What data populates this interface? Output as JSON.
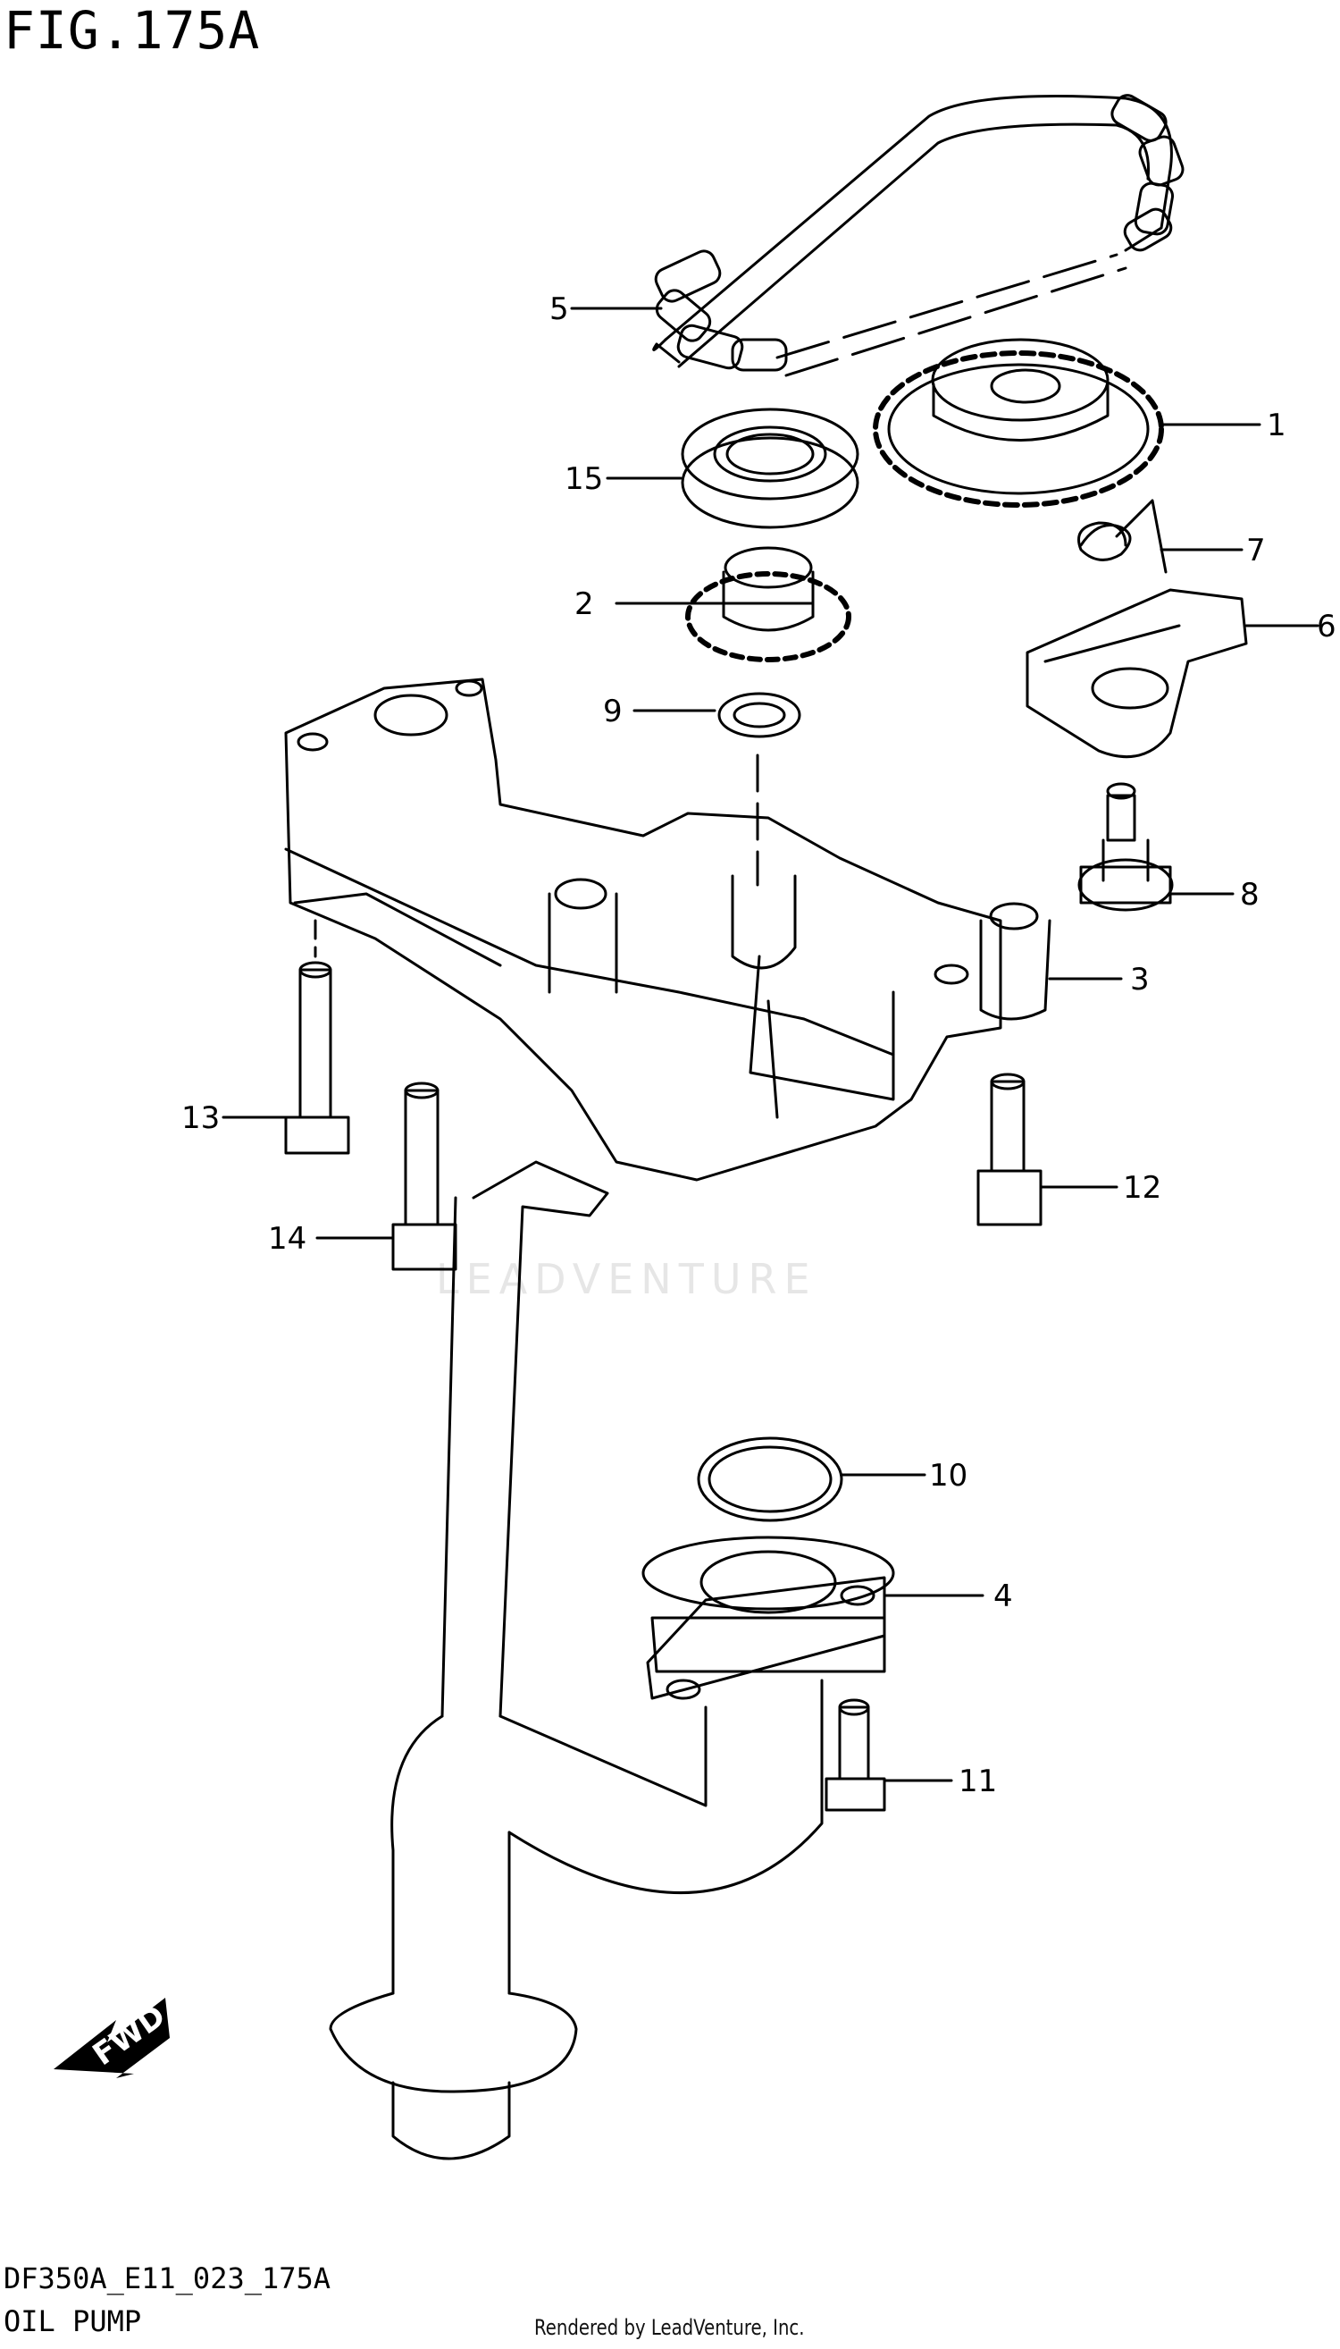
{
  "figure": {
    "title": "FIG.175A",
    "code": "DF350A_E11_023_175A",
    "name": "OIL PUMP",
    "credit": "Rendered by LeadVenture, Inc.",
    "watermark": "LEADVENTURE",
    "direction_label": "FWD"
  },
  "callouts": [
    "1",
    "2",
    "3",
    "4",
    "5",
    "6",
    "7",
    "8",
    "9",
    "10",
    "11",
    "12",
    "13",
    "14",
    "15"
  ]
}
